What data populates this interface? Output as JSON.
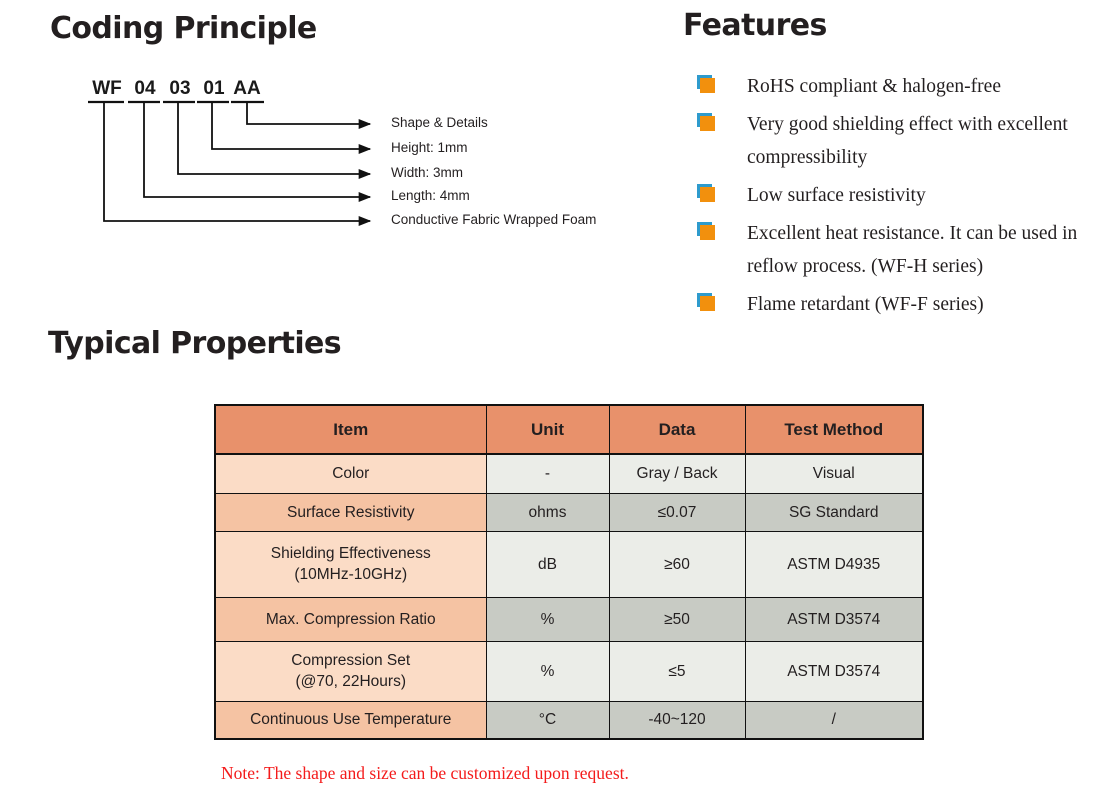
{
  "sections": {
    "coding_title": "Coding Principle",
    "features_title": "Features",
    "properties_title": "Typical Properties"
  },
  "coding": {
    "segments": [
      {
        "code": "WF"
      },
      {
        "code": "04"
      },
      {
        "code": "03"
      },
      {
        "code": "01"
      },
      {
        "code": "AA"
      }
    ],
    "labels": [
      "Shape & Details",
      "Height: 1mm",
      "Width: 3mm",
      "Length: 4mm",
      "Conductive Fabric Wrapped Foam"
    ]
  },
  "features": {
    "bullet_color": "#f2900d",
    "bullet_shadow_color": "#2e9bcd",
    "items": [
      "RoHS compliant & halogen-free",
      "Very good shielding effect with excellent compressibility",
      "Low surface resistivity",
      "Excellent heat resistance. It can be used in reflow process. (WF-H series)",
      "Flame retardant (WF-F series)"
    ]
  },
  "table": {
    "colors": {
      "header_bg": "#e8916b",
      "row_item_light": "#fbdcc6",
      "row_item_dark": "#f5c3a3",
      "row_value_light": "#ebede8",
      "row_value_dark": "#c8cbc4",
      "border": "#111111"
    },
    "headers": [
      "Item",
      "Unit",
      "Data",
      "Test Method"
    ],
    "rows": [
      {
        "item_line1": "Color",
        "item_line2": "",
        "unit": "-",
        "data": "Gray / Back",
        "test": "Visual",
        "shade": "light"
      },
      {
        "item_line1": "Surface Resistivity",
        "item_line2": "",
        "unit": "ohms",
        "data": "≤0.07",
        "test": "SG Standard",
        "shade": "dark"
      },
      {
        "item_line1": "Shielding Effectiveness",
        "item_line2": "(10MHz-10GHz)",
        "unit": "dB",
        "data": "≥60",
        "test": "ASTM D4935",
        "shade": "light"
      },
      {
        "item_line1": "Max. Compression Ratio",
        "item_line2": "",
        "unit": "%",
        "data": "≥50",
        "test": "ASTM D3574",
        "shade": "dark"
      },
      {
        "item_line1": "Compression Set",
        "item_line2": "(@70, 22Hours)",
        "unit": "%",
        "data": "≤5",
        "test": "ASTM D3574",
        "shade": "light"
      },
      {
        "item_line1": "Continuous Use Temperature",
        "item_line2": "",
        "unit": "°C",
        "data": "-40~120",
        "test": "/",
        "shade": "dark"
      }
    ],
    "note": "Note: The shape and size can be customized upon request."
  }
}
